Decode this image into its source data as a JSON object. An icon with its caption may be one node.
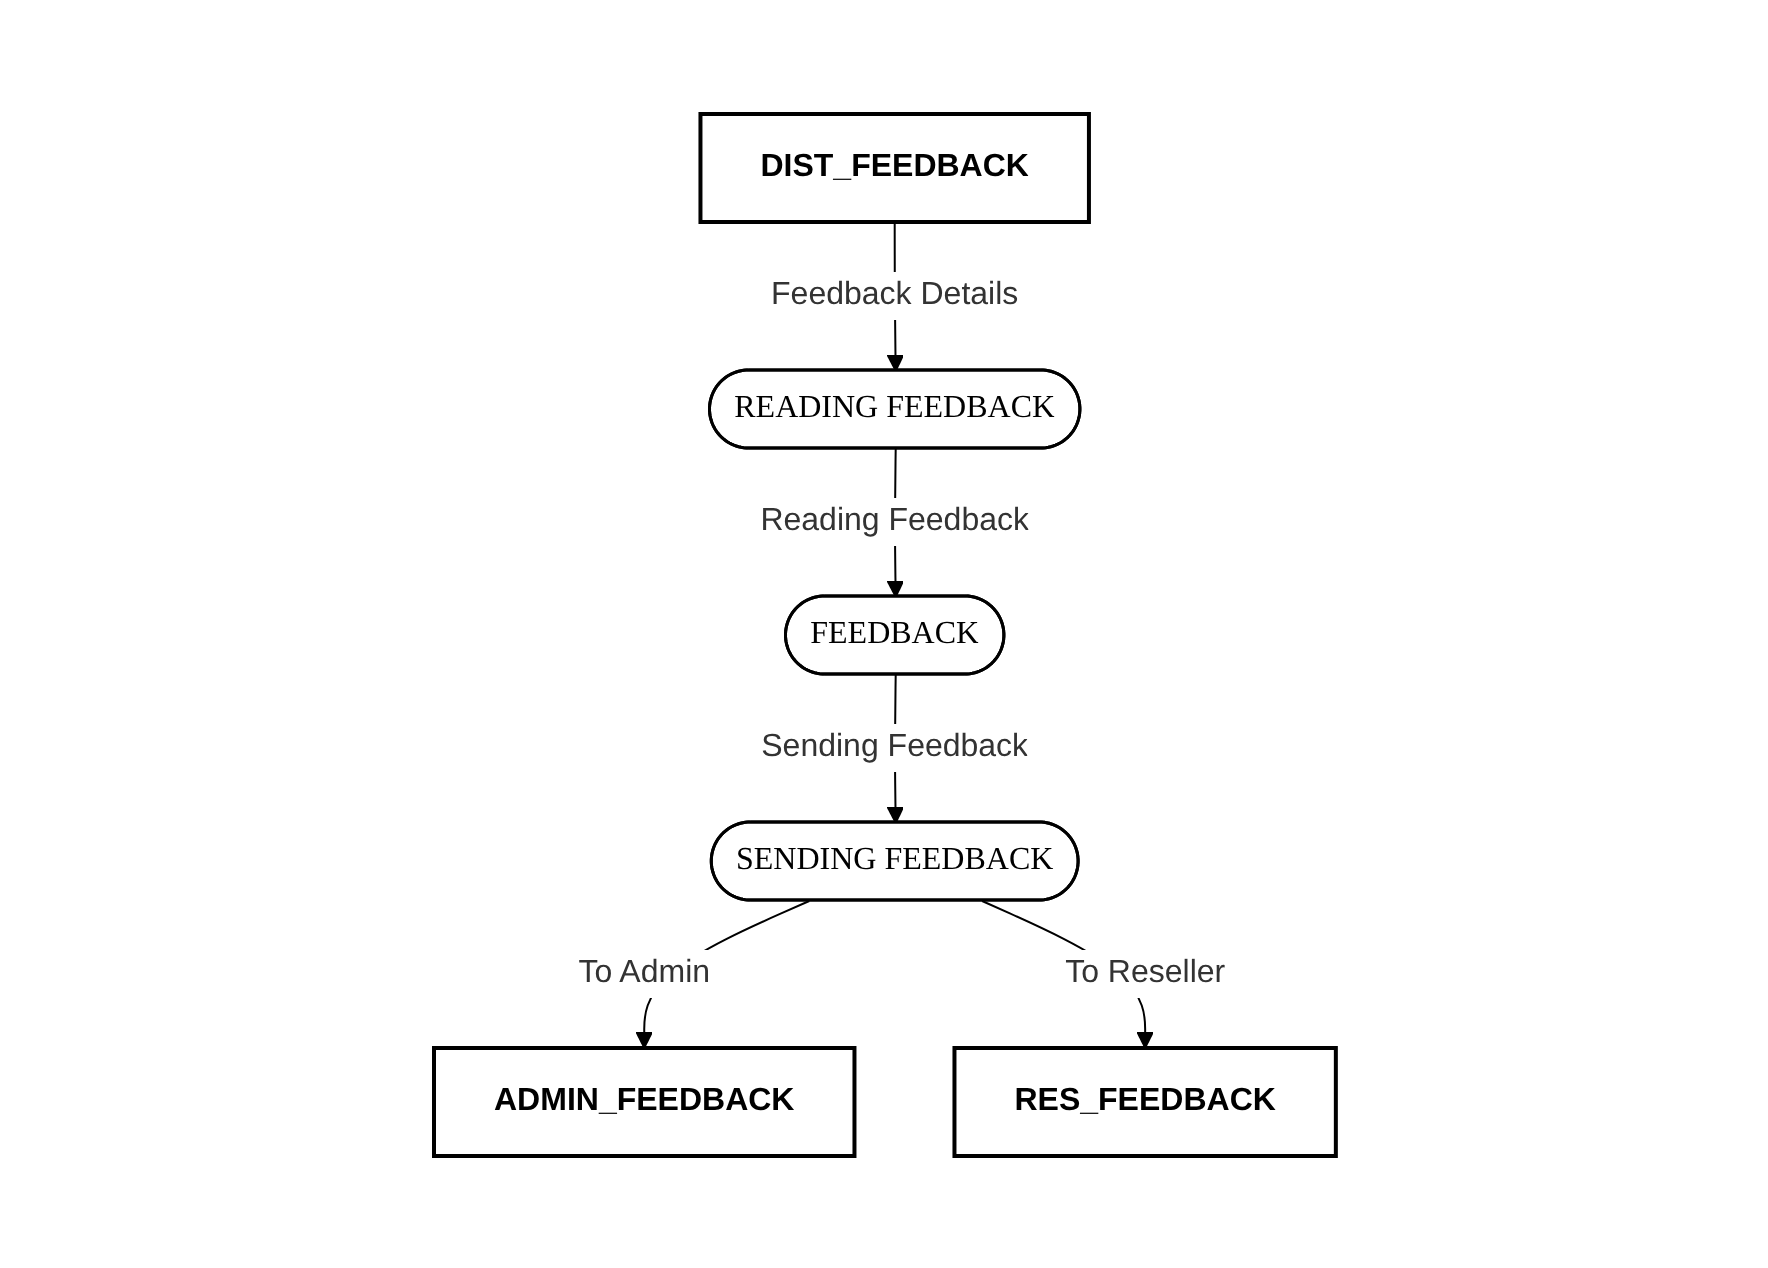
{
  "diagram": {
    "nodes": [
      {
        "text": [
          "FEEDBACK"
        ]
      },
      {
        "text": [
          "READING FEEDBACK"
        ]
      },
      {
        "text": [
          "SENDING FEEDBACK"
        ]
      },
      {
        "text": [
          "DIST_FEEDBACK"
        ]
      },
      {
        "text": [
          "ADMIN_FEEDBACK"
        ]
      },
      {
        "text": [
          "RES_FEEDBACK"
        ]
      }
    ],
    "edges": [
      {
        "from": 1,
        "to": 0,
        "arrow": "to",
        "label": "Reading Feedback"
      },
      {
        "from": 0,
        "to": 2,
        "arrow": "to",
        "label": "Sending Feedback"
      },
      {
        "from": 3,
        "to": 1,
        "arrow": "to",
        "label": "Feedback Details"
      },
      {
        "from": 2,
        "to": 4,
        "arrow": "to",
        "label": "To Admin"
      },
      {
        "from": 2,
        "to": 5,
        "arrow": "to",
        "label": "To Reseller"
      }
    ]
  }
}
